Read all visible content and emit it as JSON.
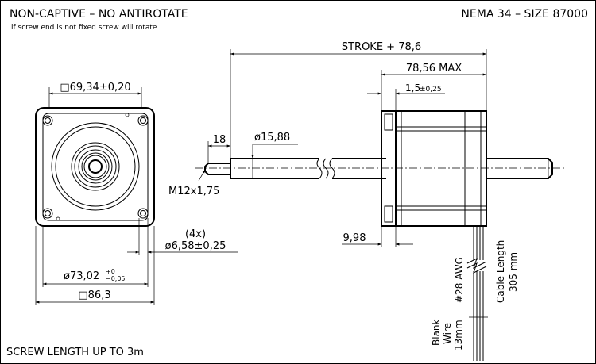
{
  "header": {
    "title_left": "NON-CAPTIVE – NO ANTIROTATE",
    "subtitle_left": "if screw end is not fixed screw will rotate",
    "title_right": "NEMA 34 – SIZE 87000"
  },
  "footer": {
    "note": "SCREW LENGTH UP TO 3m"
  },
  "dimensions": {
    "stroke": "STROKE + 78,6",
    "max_length": "78,56 MAX",
    "flange_thickness": "1,5",
    "flange_tolerance": "±0,25",
    "thread_length": "18",
    "screw_diameter": "ø15,88",
    "thread_spec": "M12x1,75",
    "square_inner": "□69,34±0,20",
    "hole_count": "(4x)",
    "hole_diameter": "ø6,58±0,25",
    "bolt_circle": "ø73,02",
    "bolt_circle_tol_upper": "+0",
    "bolt_circle_tol_lower": "−0,05",
    "square_outer": "□86,3",
    "pilot_offset": "9,98"
  },
  "wires": {
    "gauge": "#28 AWG",
    "cable_length_label": "Cable Length",
    "cable_length_value": "305 mm",
    "blank_1": "Blank",
    "blank_2": "Wire",
    "blank_3": "13mm"
  }
}
